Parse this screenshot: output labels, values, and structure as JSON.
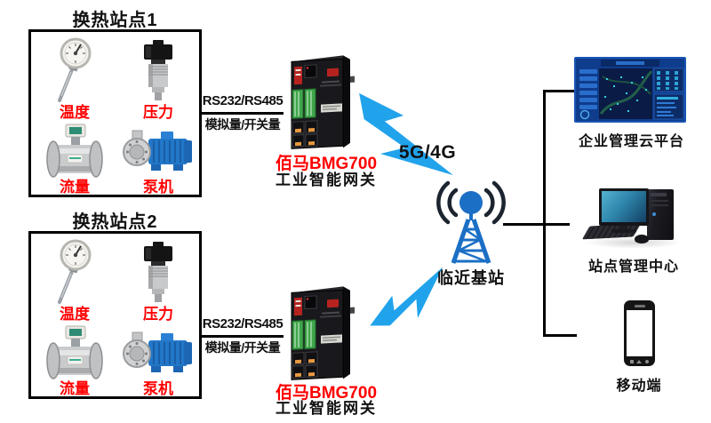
{
  "stations": [
    {
      "title": "换热站点1",
      "sensors": [
        {
          "label": "温度",
          "icon": "thermometer-gauge"
        },
        {
          "label": "压力",
          "icon": "pressure-transmitter"
        },
        {
          "label": "流量",
          "icon": "flow-meter"
        },
        {
          "label": "泵机",
          "icon": "pump-motor"
        }
      ]
    },
    {
      "title": "换热站点2",
      "sensors": [
        {
          "label": "温度",
          "icon": "thermometer-gauge"
        },
        {
          "label": "压力",
          "icon": "pressure-transmitter"
        },
        {
          "label": "流量",
          "icon": "flow-meter"
        },
        {
          "label": "泵机",
          "icon": "pump-motor"
        }
      ]
    }
  ],
  "bus_links": [
    {
      "top": "RS232/RS485",
      "bottom": "模拟量/开关量"
    },
    {
      "top": "RS232/RS485",
      "bottom": "模拟量/开关量"
    }
  ],
  "gateways": [
    {
      "brand_model": "佰马BMG700",
      "subtitle": "工业智能网关",
      "icon": "industrial-gateway-device"
    },
    {
      "brand_model": "佰马BMG700",
      "subtitle": "工业智能网关",
      "icon": "industrial-gateway-device"
    }
  ],
  "wireless": {
    "label": "5G/4G",
    "icon": "lightning-bolt"
  },
  "base_station": {
    "label": "临近基站",
    "icon": "cell-tower"
  },
  "endpoints": [
    {
      "label": "企业管理云平台",
      "icon": "cloud-dashboard-screen"
    },
    {
      "label": "站点管理中心",
      "icon": "desktop-computer"
    },
    {
      "label": "移动端",
      "icon": "smartphone"
    }
  ],
  "colors": {
    "label_red": "#ff0000",
    "bolt_blue": "#21a3ec",
    "tower_blue": "#1b6fc5",
    "terminal_green": "#3fa54a",
    "port_orange": "#e8993f",
    "line_black": "#000000"
  }
}
